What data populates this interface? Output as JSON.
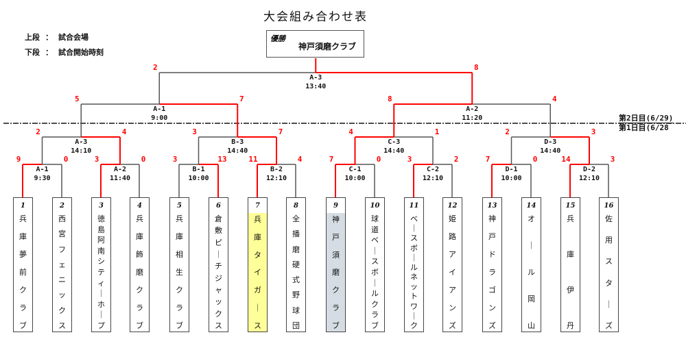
{
  "title": "大会組み合わせ表",
  "legend": [
    {
      "key": "上段",
      "sep": "：",
      "value": "試合会場"
    },
    {
      "key": "下段",
      "sep": "：",
      "value": "試合開始時刻"
    }
  ],
  "champion": {
    "label": "優勝",
    "name": "神戸須磨クラブ"
  },
  "day_labels": {
    "day2": "第2日目(6/29)",
    "day1": "第1日目(6/28"
  },
  "colors": {
    "winner_line": "#ff0000",
    "loser_line": "#555555",
    "score": "#ff0000",
    "highlight_yellow": "#ffff99",
    "highlight_gray": "#d6dce4"
  },
  "teams": [
    {
      "seed": "1",
      "name": "兵庫夢前クラブ",
      "highlight": ""
    },
    {
      "seed": "2",
      "name": "西宮フェニックス",
      "highlight": ""
    },
    {
      "seed": "3",
      "name": "徳島阿南シティーホープ",
      "highlight": ""
    },
    {
      "seed": "4",
      "name": "兵庫飾磨クラブ",
      "highlight": ""
    },
    {
      "seed": "5",
      "name": "兵庫相生クラブ",
      "highlight": ""
    },
    {
      "seed": "6",
      "name": "倉敷ピーチジャックス",
      "highlight": ""
    },
    {
      "seed": "7",
      "name": "兵庫タイガース",
      "highlight": "yellow"
    },
    {
      "seed": "8",
      "name": "全播磨硬式野球団",
      "highlight": ""
    },
    {
      "seed": "9",
      "name": "神戸須磨クラブ",
      "highlight": "gray"
    },
    {
      "seed": "10",
      "name": "球道ベースボールクラブ",
      "highlight": ""
    },
    {
      "seed": "11",
      "name": "ベースボールネットワーク",
      "highlight": ""
    },
    {
      "seed": "12",
      "name": "姫路アイアンズ",
      "highlight": ""
    },
    {
      "seed": "13",
      "name": "神戸ドラゴンズ",
      "highlight": ""
    },
    {
      "seed": "14",
      "name": "オール岡山",
      "highlight": ""
    },
    {
      "seed": "15",
      "name": "兵庫伊丹",
      "highlight": ""
    },
    {
      "seed": "16",
      "name": "佐用スターズ",
      "highlight": ""
    }
  ],
  "round1": [
    {
      "id": "A-1",
      "time": "9:30",
      "left_score": "9",
      "right_score": "0",
      "winner": "left"
    },
    {
      "id": "A-2",
      "time": "11:40",
      "left_score": "3",
      "right_score": "0",
      "winner": "left"
    },
    {
      "id": "B-1",
      "time": "10:00",
      "left_score": "3",
      "right_score": "13",
      "winner": "right"
    },
    {
      "id": "B-2",
      "time": "12:10",
      "left_score": "11",
      "right_score": "4",
      "winner": "left"
    },
    {
      "id": "C-1",
      "time": "10:00",
      "left_score": "7",
      "right_score": "0",
      "winner": "left"
    },
    {
      "id": "C-2",
      "time": "12:10",
      "left_score": "3",
      "right_score": "2",
      "winner": "left"
    },
    {
      "id": "D-1",
      "time": "10:00",
      "left_score": "7",
      "right_score": "0",
      "winner": "left"
    },
    {
      "id": "D-2",
      "time": "12:10",
      "left_score": "14",
      "right_score": "3",
      "winner": "left"
    }
  ],
  "round2": [
    {
      "id": "A-3",
      "time": "14:10",
      "left_score": "2",
      "right_score": "4",
      "winner": "right"
    },
    {
      "id": "B-3",
      "time": "14:40",
      "left_score": "3",
      "right_score": "7",
      "winner": "right"
    },
    {
      "id": "C-3",
      "time": "14:40",
      "left_score": "4",
      "right_score": "1",
      "winner": "left"
    },
    {
      "id": "D-3",
      "time": "14:40",
      "left_score": "2",
      "right_score": "3",
      "winner": "right"
    }
  ],
  "semifinal": [
    {
      "id": "A-1",
      "time": "9:00",
      "left_score": "5",
      "right_score": "7",
      "winner": "right"
    },
    {
      "id": "A-2",
      "time": "11:20",
      "left_score": "8",
      "right_score": "4",
      "winner": "left"
    }
  ],
  "final": {
    "id": "A-3",
    "time": "13:40",
    "left_score": "2",
    "right_score": "8",
    "winner": "right"
  }
}
